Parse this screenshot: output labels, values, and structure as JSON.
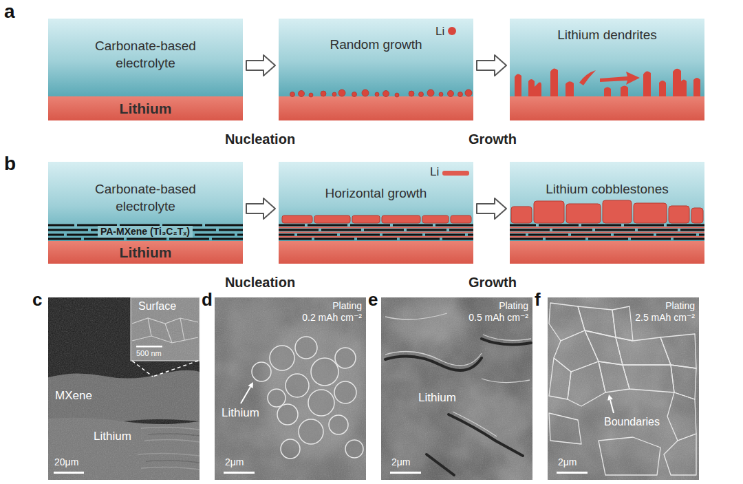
{
  "diagram": {
    "nodes": [
      {
        "text": [
          "Carbonate-based electrolyte"
        ]
      },
      {
        "text": [
          "Lithium"
        ],
        "in": 0
      },
      {
        "text": [
          "Random growth",
          "Li"
        ]
      },
      {
        "text": [
          "Lithium dendrites"
        ]
      },
      {
        "text": [
          "Carbonate-based electrolyte"
        ]
      },
      {
        "text": [
          "Lithium"
        ],
        "in": 4
      },
      {
        "text": [
          "Horizontal growth",
          "Li"
        ]
      },
      {
        "text": [
          "Lithium cobblestones"
        ]
      }
    ],
    "edges": [
      {
        "from": 0,
        "to": 2,
        "arrow": "to"
      },
      {
        "from": 2,
        "to": 3,
        "arrow": "to"
      },
      {
        "from": 4,
        "to": 6,
        "arrow": "to"
      },
      {
        "from": 6,
        "to": 7,
        "arrow": "to"
      }
    ],
    "labels": [
      "a",
      "Nucleation",
      "Growth",
      "b",
      "PA-MXene (Ti₃C₂Tₓ)",
      "Nucleation",
      "Growth",
      "c",
      "Surface",
      "500 nm",
      "MXene",
      "Lithium",
      "20μm",
      "d",
      "Plating",
      "0.2 mAh cm⁻²",
      "Lithium",
      "2μm",
      "e",
      "Plating",
      "0.5 mAh cm⁻²",
      "Lithium",
      "2μm",
      "f",
      "Plating",
      "2.5 mAh cm⁻²",
      "Boundaries",
      "2μm"
    ]
  }
}
